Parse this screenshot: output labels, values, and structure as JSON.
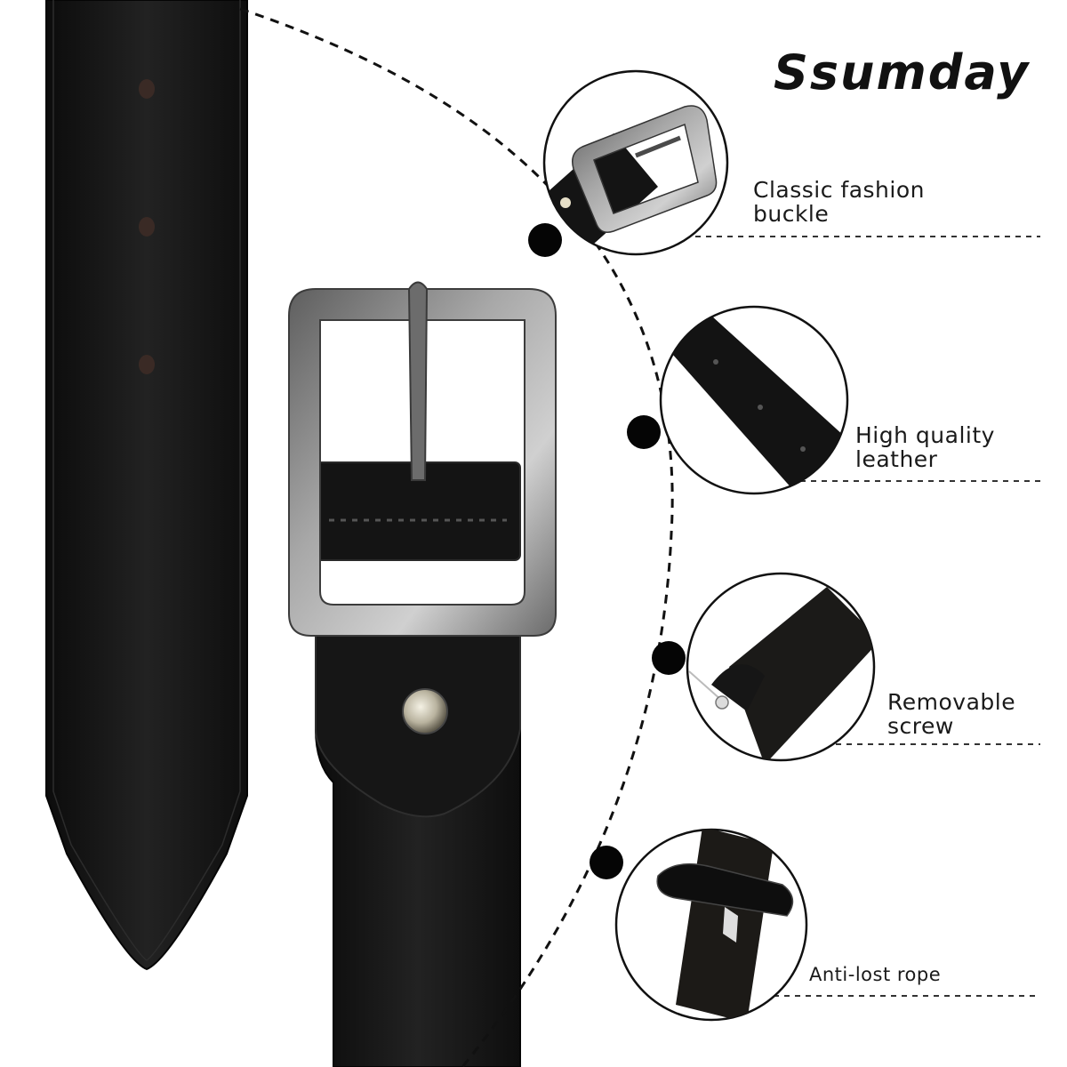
{
  "brand": {
    "name": "Ssumday"
  },
  "features": [
    {
      "line1": "Classic fashion",
      "line2": "buckle",
      "icon": "buckle-closeup-icon"
    },
    {
      "line1": "High quality",
      "line2": "leather",
      "icon": "leather-holes-closeup-icon"
    },
    {
      "line1": "Removable",
      "line2": "screw",
      "icon": "screw-closeup-icon"
    },
    {
      "line1": "Anti-lost rope",
      "line2": "",
      "icon": "keeper-loop-closeup-icon"
    }
  ],
  "colors": {
    "leather": "#151515",
    "metal": "#8c8c8c",
    "background": "#ffffff",
    "text": "#1a1a1a"
  }
}
